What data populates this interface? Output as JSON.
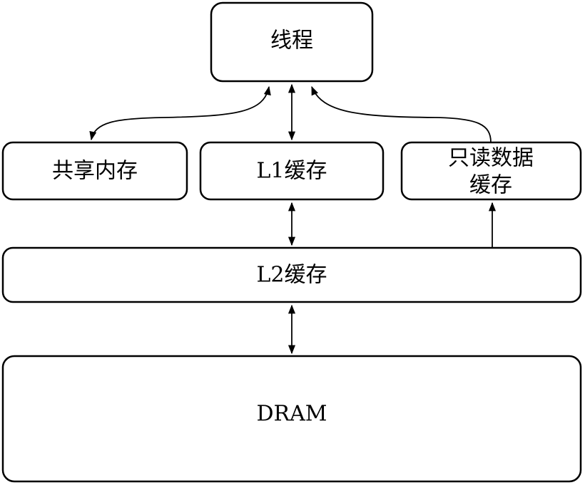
{
  "nodes": {
    "thread": "线程",
    "shared_memory": "共享内存",
    "l1_cache": "L1缓存",
    "readonly_cache_line1": "只读数据",
    "readonly_cache_line2": "缓存",
    "l2_cache": "L2缓存",
    "dram": "DRAM"
  },
  "colors": {
    "stroke": "#000000",
    "fill": "#ffffff"
  }
}
